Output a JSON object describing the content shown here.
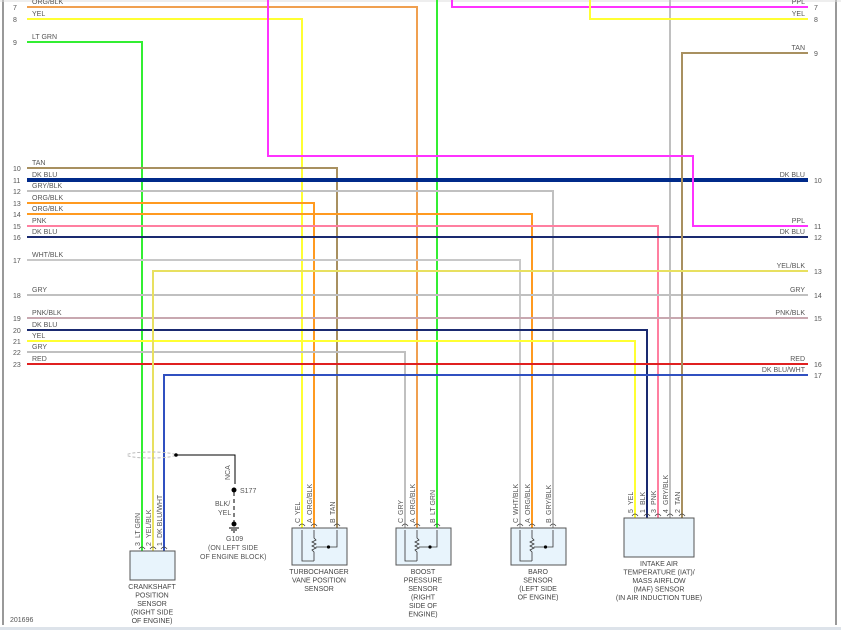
{
  "left_wires": [
    {
      "pin": "7",
      "label": "ORG/BLK",
      "color": "#f0a050"
    },
    {
      "pin": "8",
      "label": "YEL",
      "color": "#ffff33"
    },
    {
      "pin": "9",
      "label": "LT GRN",
      "color": "#33ee33"
    },
    {
      "pin": "10",
      "label": "TAN",
      "color": "#a89060"
    },
    {
      "pin": "11",
      "label": "DK BLU",
      "color": "#002a8a"
    },
    {
      "pin": "12",
      "label": "GRY/BLK",
      "color": "#c0c0c0"
    },
    {
      "pin": "13",
      "label": "ORG/BLK",
      "color": "#ff9a20"
    },
    {
      "pin": "14",
      "label": "ORG/BLK",
      "color": "#ff9a20"
    },
    {
      "pin": "15",
      "label": "PNK",
      "color": "#ff7fa0"
    },
    {
      "pin": "16",
      "label": "DK BLU",
      "color": "#1a2a70"
    },
    {
      "pin": "17",
      "label": "WHT/BLK",
      "color": "#c8c8c8"
    },
    {
      "pin": "18",
      "label": "GRY",
      "color": "#c0c0c0"
    },
    {
      "pin": "19",
      "label": "PNK/BLK",
      "color": "#c8a8b0"
    },
    {
      "pin": "20",
      "label": "DK BLU",
      "color": "#1a2a70"
    },
    {
      "pin": "21",
      "label": "YEL",
      "color": "#ffff33"
    },
    {
      "pin": "22",
      "label": "GRY",
      "color": "#c0c0c0"
    },
    {
      "pin": "23",
      "label": "RED",
      "color": "#e02020"
    }
  ],
  "right_wires": [
    {
      "pin": "7",
      "label": "PPL",
      "color": "#ff33ff"
    },
    {
      "pin": "8",
      "label": "YEL",
      "color": "#ffff33"
    },
    {
      "pin": "9",
      "label": "TAN",
      "color": "#a89060"
    },
    {
      "pin": "10",
      "label": "DK BLU",
      "color": "#002a8a"
    },
    {
      "pin": "11",
      "label": "PPL",
      "color": "#ff33ff"
    },
    {
      "pin": "12",
      "label": "DK BLU",
      "color": "#1a2a70"
    },
    {
      "pin": "13",
      "label": "YEL/BLK",
      "color": "#e8e060"
    },
    {
      "pin": "14",
      "label": "GRY",
      "color": "#c0c0c0"
    },
    {
      "pin": "15",
      "label": "PNK/BLK",
      "color": "#c8a8b0"
    },
    {
      "pin": "16",
      "label": "RED",
      "color": "#e02020"
    },
    {
      "pin": "17",
      "label": "DK BLU/WHT",
      "color": "#3050c0"
    }
  ],
  "components": [
    {
      "name": "crankshaft-position-sensor",
      "caption": [
        "CRANKSHAFT",
        "POSITION",
        "SENSOR",
        "(RIGHT SIDE",
        "OF ENGINE)"
      ],
      "pins": [
        {
          "num": "3",
          "wire": "LT GRN"
        },
        {
          "num": "2",
          "wire": "YEL/BLK"
        },
        {
          "num": "1",
          "wire": "DK BLU/WHT"
        }
      ]
    },
    {
      "name": "turbocharger-vane-position-sensor",
      "caption": [
        "TURBOCHANGER",
        "VANE POSITION",
        "SENSOR"
      ],
      "pins": [
        {
          "num": "C",
          "wire": "YEL"
        },
        {
          "num": "A",
          "wire": "ORG/BLK"
        },
        {
          "num": "B",
          "wire": "TAN"
        }
      ]
    },
    {
      "name": "boost-pressure-sensor",
      "caption": [
        "BOOST",
        "PRESSURE",
        "SENSOR",
        "(RIGHT",
        "SIDE OF",
        "ENGINE)"
      ],
      "pins": [
        {
          "num": "C",
          "wire": "GRY"
        },
        {
          "num": "A",
          "wire": "ORG/BLK"
        },
        {
          "num": "B",
          "wire": "LT GRN"
        }
      ]
    },
    {
      "name": "baro-sensor",
      "caption": [
        "BARO",
        "SENSOR",
        "(LEFT SIDE",
        "OF ENGINE)"
      ],
      "pins": [
        {
          "num": "C",
          "wire": "WHT/BLK"
        },
        {
          "num": "A",
          "wire": "ORG/BLK"
        },
        {
          "num": "B",
          "wire": "GRY/BLK"
        }
      ]
    },
    {
      "name": "iat-maf-sensor",
      "caption": [
        "INTAKE AIR",
        "TEMPERATURE (IAT)/",
        "MASS AIRFLOW",
        "(MAF) SENSOR",
        "(IN AIR INDUCTION TUBE)"
      ],
      "pins": [
        {
          "num": "5",
          "wire": "YEL"
        },
        {
          "num": "1",
          "wire": "BLK"
        },
        {
          "num": "3",
          "wire": "PNK"
        },
        {
          "num": "4",
          "wire": "GRY/BLK"
        },
        {
          "num": "2",
          "wire": "TAN"
        }
      ]
    }
  ],
  "ground": {
    "nca": "NCA",
    "splice": "S177",
    "wire": [
      "BLK/",
      "YEL"
    ],
    "ground_id": "G109",
    "location": [
      "(ON LEFT SIDE",
      "OF ENGINE BLOCK)"
    ]
  },
  "figure_id": "201696"
}
